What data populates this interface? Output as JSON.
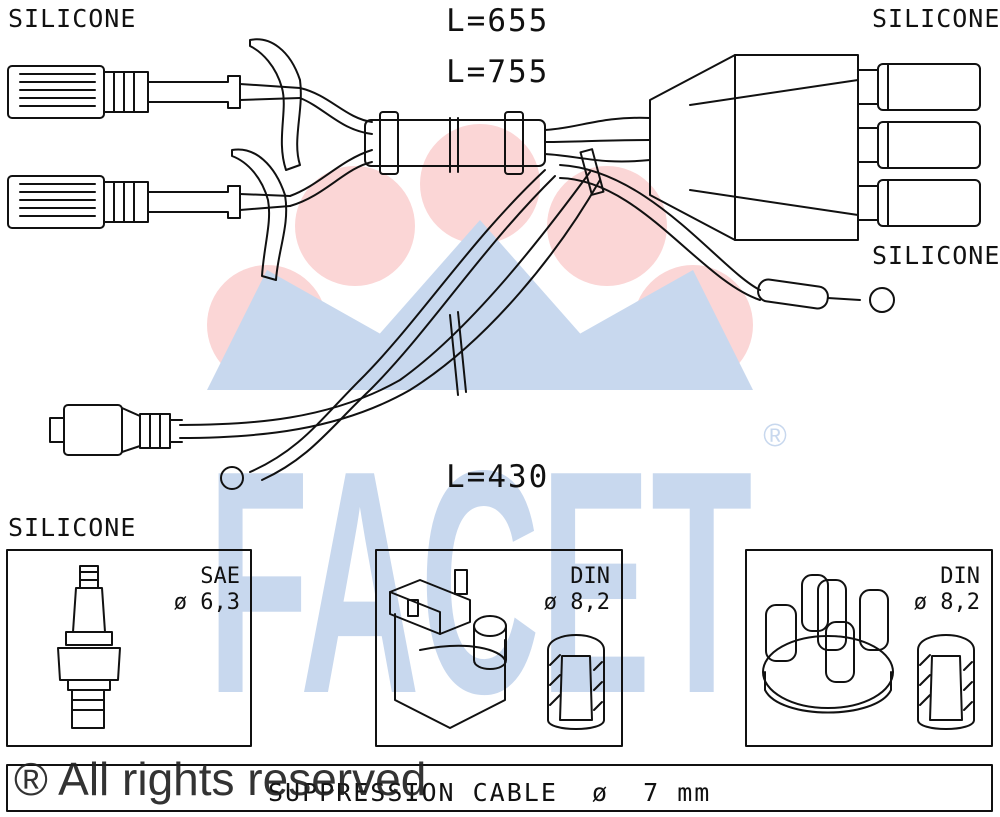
{
  "watermark": {
    "brand": "FACET",
    "registered_mark": "®",
    "colors": {
      "blue": "#c8d8ee",
      "pink": "#fbd6d6"
    }
  },
  "labels": {
    "silicone_top_left": "SILICONE",
    "silicone_top_right": "SILICONE",
    "silicone_right": "SILICONE",
    "silicone_bottom_left": "SILICONE",
    "length_1": "L=655",
    "length_2": "L=755",
    "length_3": "L=430"
  },
  "boxes": {
    "spark_plug": {
      "standard": "SAE",
      "diameter": "ø 6,3",
      "icon": "spark-plug-icon"
    },
    "ignition_coil": {
      "standard": "DIN",
      "diameter": "ø 8,2",
      "icon": "ignition-coil-icon"
    },
    "distributor_cap": {
      "standard": "DIN",
      "diameter": "ø 8,2",
      "icon": "distributor-cap-icon"
    }
  },
  "footer": {
    "cable_label": "SUPPRESSION CABLE  ø  7 mm",
    "copyright": "® All rights reserved"
  },
  "line_color": "#111111"
}
